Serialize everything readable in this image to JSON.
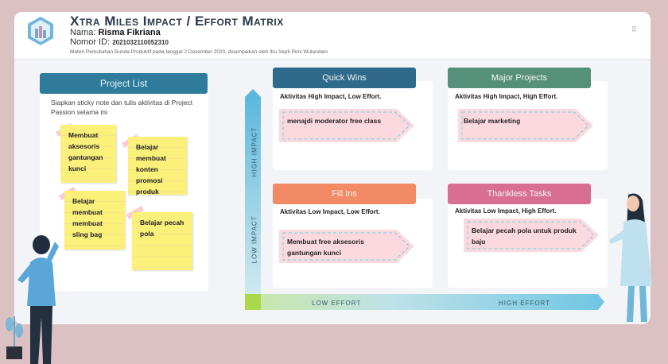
{
  "header": {
    "title": "Xtra Miles Impact / Effort Matrix",
    "name_label": "Nama:",
    "name_value": "Risma Fikriana",
    "id_label": "Nomor ID:",
    "id_value": "2021032110052310",
    "subtitle": "Materi Perkuliahan Bunda Produktif pada tanggal 2 Desember 2020, disampaikan oleh Ibu Septi Peni Wulandani"
  },
  "project_list": {
    "title": "Project List",
    "description": "Siapkan sticky note dan tulis aktivitas di Project Passion selama ini",
    "notes": [
      "Membuat aksesoris gantungan kunci",
      "Belajar membuat konten promosi produk",
      "Belajar membuat membuat sling bag",
      "Belajar pecah pola"
    ]
  },
  "quadrants": [
    {
      "title": "Quick Wins",
      "description": "Aktivitas High Impact, Low Effort.",
      "item": "menajdi moderator free class",
      "color": "#2f6a8c"
    },
    {
      "title": "Major Projects",
      "description": "Aktivitas High Impact, High Effort.",
      "item": "Belajar marketing",
      "color": "#55917a"
    },
    {
      "title": "Fill Ins",
      "description": "Aktivitas Low Impact, Low Effort.",
      "item": "Membuat free aksesoris gantungan kunci",
      "color": "#f28a65"
    },
    {
      "title": "Thankless Tasks",
      "description": "Aktivitas Low Impact, High Effort.",
      "item": "Belajar pecah pola untuk produk baju",
      "color": "#d86f93"
    }
  ],
  "axes": {
    "high_impact": "HIGH IMPACT",
    "low_impact": "LOW IMPACT",
    "low_effort": "LOW EFFORT",
    "high_effort": "HIGH EFFORT"
  }
}
